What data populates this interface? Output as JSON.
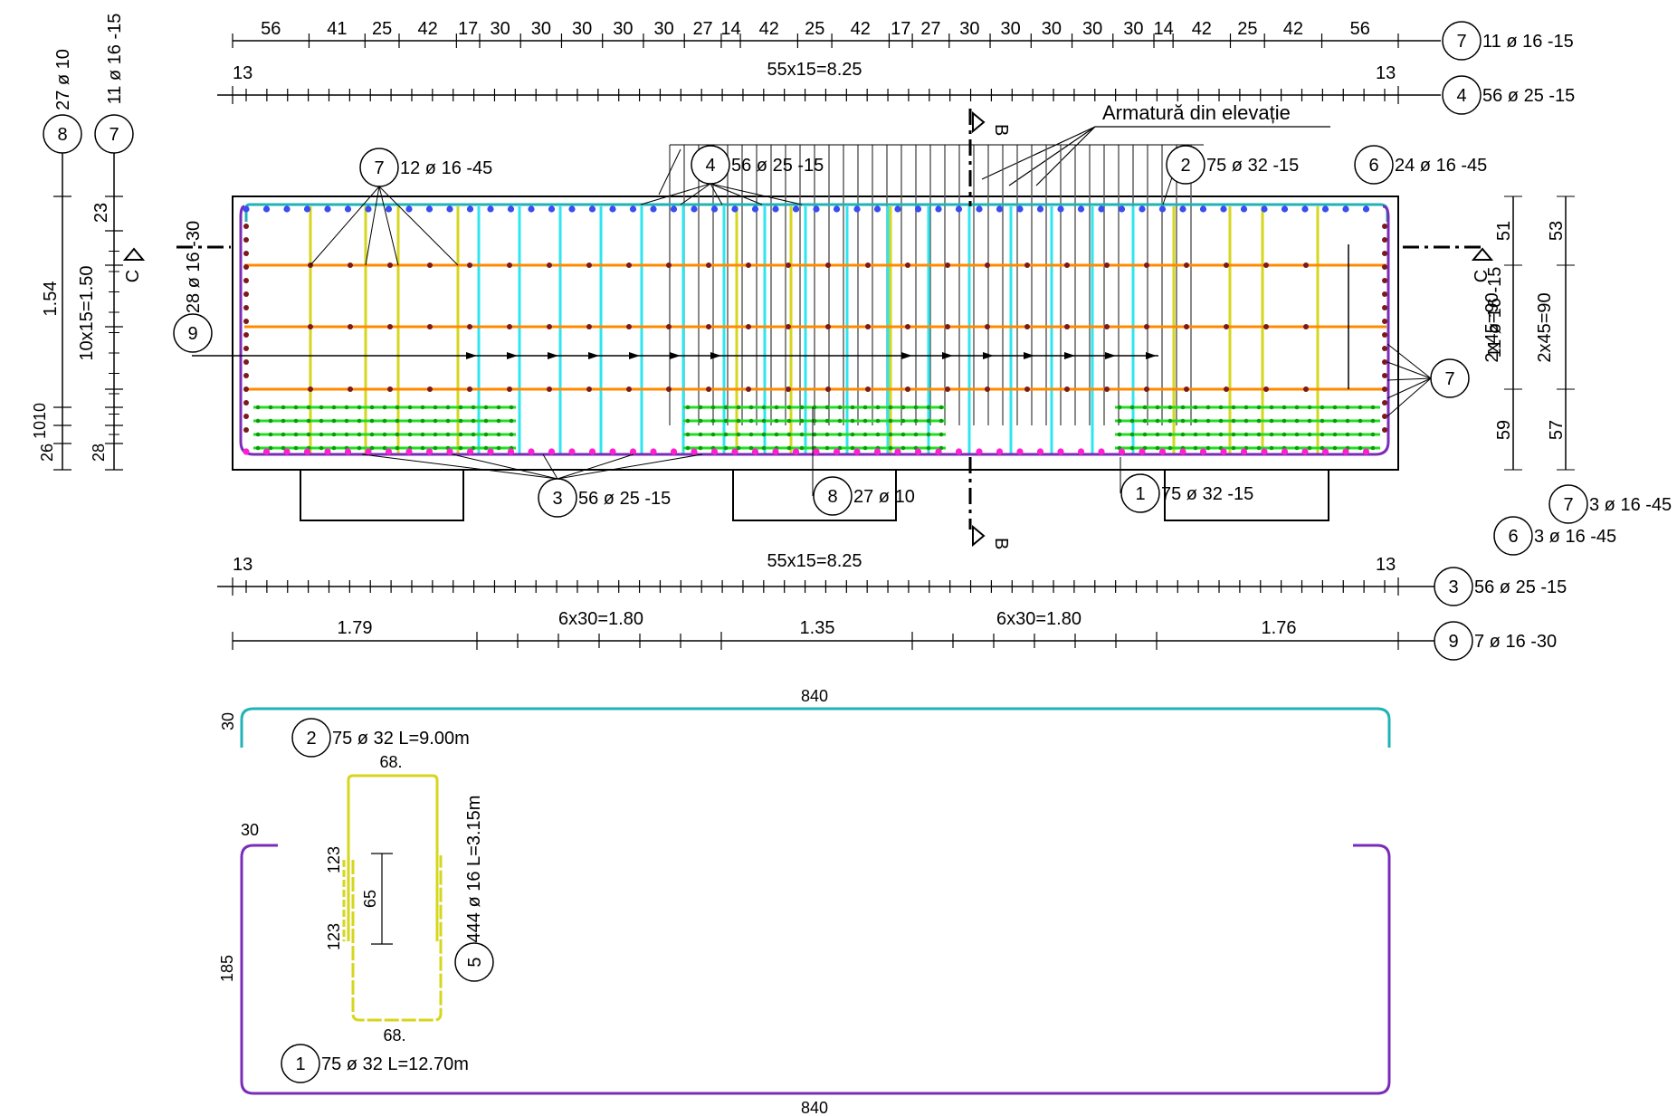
{
  "top_dimension_segments": [
    "56",
    "41",
    "25",
    "42",
    "17",
    "30",
    "30",
    "30",
    "30",
    "30",
    "27",
    "14",
    "42",
    "25",
    "42",
    "17",
    "27",
    "30",
    "30",
    "30",
    "30",
    "30",
    "14",
    "42",
    "25",
    "42",
    "56"
  ],
  "spacing_top": {
    "left": "13",
    "center": "55x15=8.25",
    "right": "13"
  },
  "spacing_bottom": {
    "left": "13",
    "center": "55x15=8.25",
    "right": "13"
  },
  "bottom_dimension_segments": [
    "1.79",
    "6x30=1.80",
    "1.35",
    "6x30=1.80",
    "1.76"
  ],
  "callouts": {
    "top_7": {
      "num": "7",
      "text": "11 ø 16 -15"
    },
    "top_4": {
      "num": "4",
      "text": "56 ø 25 -15"
    },
    "inner_7": {
      "num": "7",
      "text": "12 ø 16 -45"
    },
    "inner_4": {
      "num": "4",
      "text": "56 ø 25 -15"
    },
    "inner_2": {
      "num": "2",
      "text": "75 ø 32 -15"
    },
    "inner_6": {
      "num": "6",
      "text": "24 ø 16 -45"
    },
    "bottom_3": {
      "num": "3",
      "text": "56 ø 25 -15"
    },
    "bottom_8": {
      "num": "8",
      "text": "27 ø 10"
    },
    "bottom_1": {
      "num": "1",
      "text": "75 ø 32 -15"
    },
    "right_7": {
      "num": "7",
      "text": "11 ø 16 -15"
    },
    "right_7b": {
      "num": "7",
      "text": "3 ø 16 -45"
    },
    "right_6": {
      "num": "6",
      "text": "3 ø 16 -45"
    },
    "left_8": {
      "num": "8",
      "text": "27 ø 10"
    },
    "left_7": {
      "num": "7",
      "text": "11 ø 16 -15"
    },
    "left_9": {
      "num": "9",
      "text": "28 ø 16 -30"
    },
    "row_3": {
      "num": "3",
      "text": "56 ø 25 -15"
    },
    "row_9": {
      "num": "9",
      "text": "7 ø 16 -30"
    }
  },
  "elevation_note": "Armatură din elevație",
  "section_marks": {
    "b": "B",
    "c": "C"
  },
  "left_dims": {
    "a": "23",
    "b": "1.54",
    "c": "10x15=1.50",
    "d": "10",
    "e": "10",
    "f": "26",
    "g": "28"
  },
  "right_dims": {
    "a": "51",
    "b": "2x45=90",
    "c": "59",
    "d": "53",
    "e": "2x45=90",
    "f": "57"
  },
  "bar_shapes": {
    "bar2": {
      "num": "2",
      "text": "75 ø 32 L=9.00m",
      "length": "840",
      "hook": "30"
    },
    "bar1": {
      "num": "1",
      "text": "75 ø 32 L=12.70m",
      "length": "840",
      "hook": "30",
      "height": "185"
    },
    "bar5": {
      "num": "5",
      "text": "444 ø 16 L=3.15m",
      "width_top": "68.",
      "width_bottom": "68.",
      "leg1": "123",
      "leg2": "123",
      "mid": "65"
    }
  },
  "colors": {
    "concrete": "#000000",
    "bar_top": "#1fb3b8",
    "bar_bottom": "#7a2cb8",
    "stirrup": "#d6d61e",
    "long_bars": "#ff8a00",
    "cyan_bars": "#2ee6f0",
    "green_bars": "#22dd22",
    "dot_top": "#3b4cf0",
    "dot_bottom": "#ff1fd0",
    "dot_side": "#7a1a1a"
  }
}
